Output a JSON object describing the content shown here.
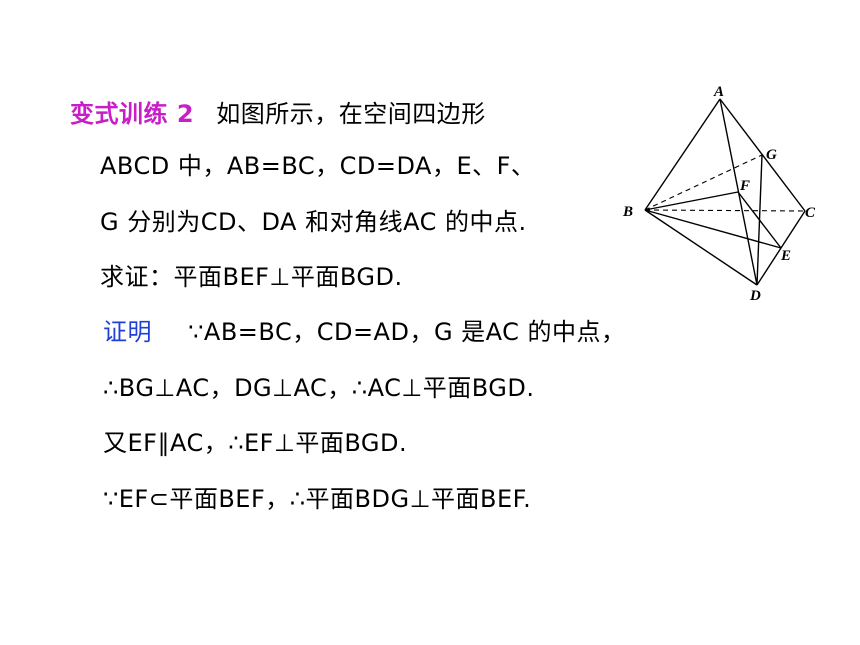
{
  "problem": {
    "tag": "变式训练 2",
    "lines": [
      "如图所示，在空间四边形",
      "ABCD 中，AB=BC，CD=DA，E、F、",
      "G 分别为CD、DA 和对角线AC 的中点.",
      "求证：平面BEF⊥平面BGD."
    ]
  },
  "proof": {
    "label": "证明",
    "lines": [
      "∵AB=BC，CD=AD，G 是AC 的中点，",
      "∴BG⊥AC，DG⊥AC，∴AC⊥平面BGD.",
      "又EF∥AC，∴EF⊥平面BGD.",
      "∵EF⊂平面BEF，∴平面BDG⊥平面BEF."
    ]
  },
  "figure": {
    "labels": {
      "A": "A",
      "B": "B",
      "C": "C",
      "D": "D",
      "E": "E",
      "F": "F",
      "G": "G"
    }
  },
  "colors": {
    "tag": "#c81ec8",
    "proof_label": "#1f3fd8",
    "text": "#000000"
  }
}
